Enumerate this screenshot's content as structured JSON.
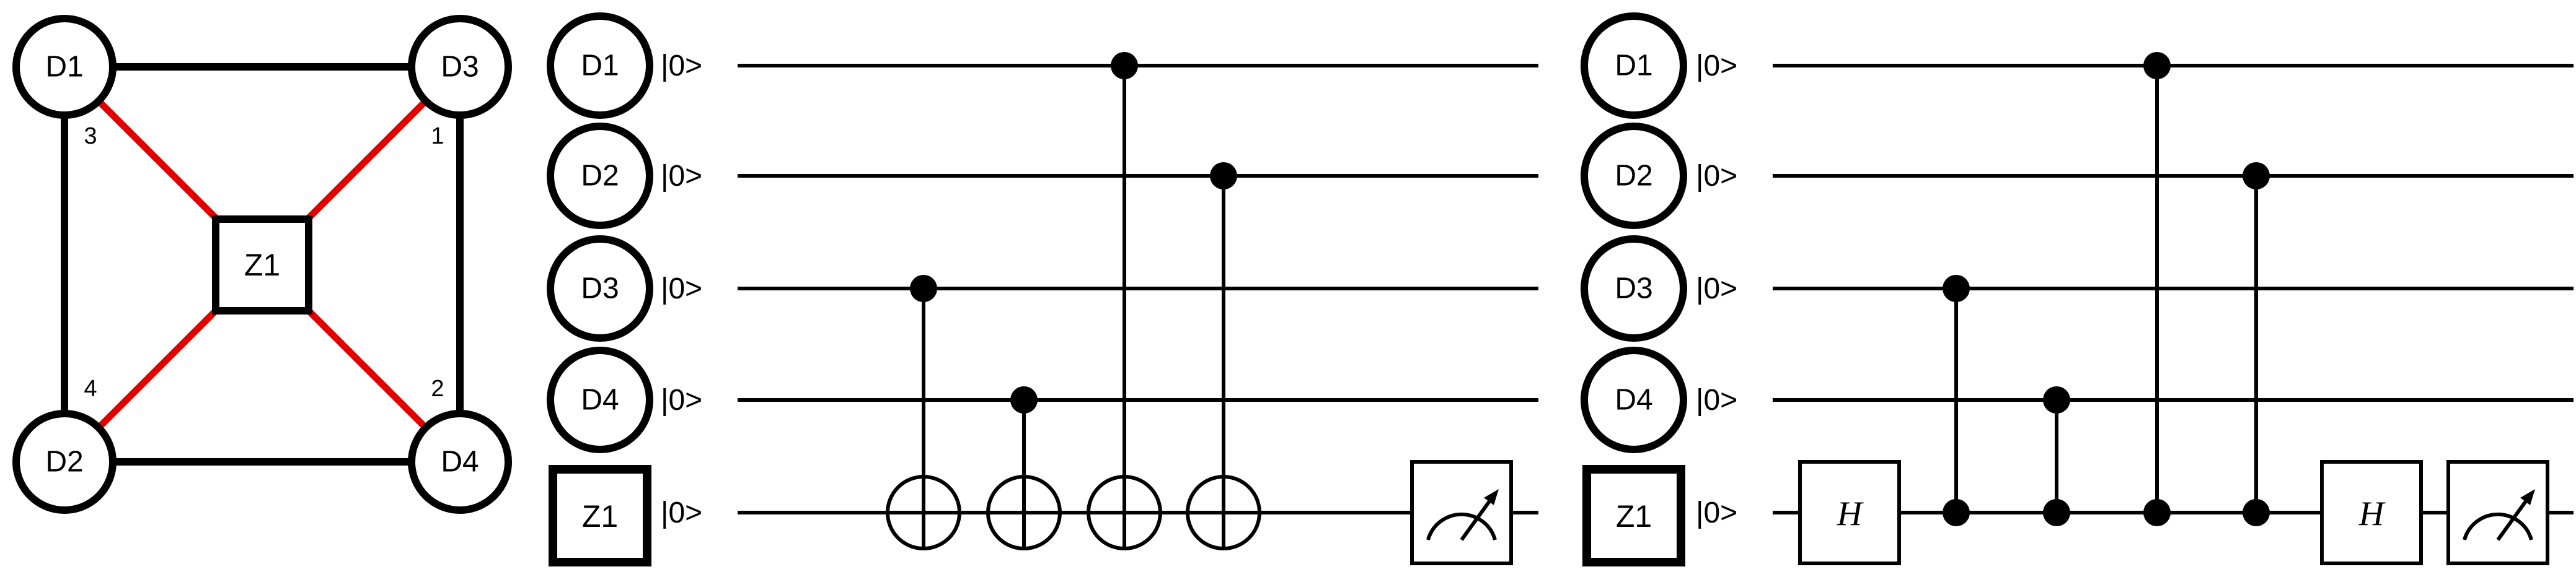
{
  "colors": {
    "line": "#000000",
    "highlight": "#e00000",
    "fill": "#ffffff"
  },
  "graph": {
    "nodes": {
      "d1": "D1",
      "d2": "D2",
      "d3": "D3",
      "d4": "D4",
      "z1": "Z1"
    },
    "edge_labels": {
      "d1_z1": "3",
      "d3_z1": "1",
      "d2_z1": "4",
      "d4_z1": "2"
    }
  },
  "circuit_left": {
    "qubits": [
      "D1",
      "D2",
      "D3",
      "D4",
      "Z1"
    ],
    "init_state": "|0>",
    "cnot_controls": [
      "D3",
      "D4",
      "D1",
      "D2"
    ],
    "target": "Z1",
    "measure_icon": "meter-icon"
  },
  "circuit_right": {
    "qubits": [
      "D1",
      "D2",
      "D3",
      "D4",
      "Z1"
    ],
    "init_state": "|0>",
    "h_label_before": "H",
    "h_label_after": "H",
    "cz_controls": [
      "D3",
      "D4",
      "D1",
      "D2"
    ],
    "target": "Z1",
    "measure_icon": "meter-icon"
  }
}
